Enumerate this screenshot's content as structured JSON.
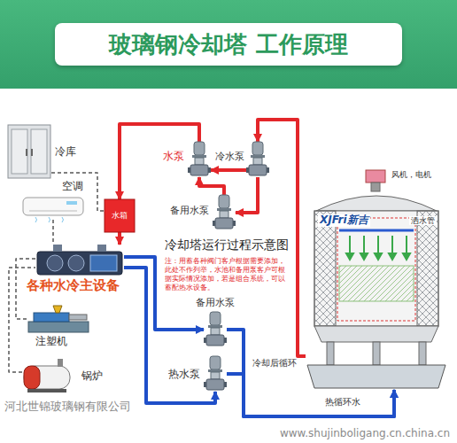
{
  "diagram": {
    "title": "玻璃钢冷却塔 工作原理",
    "nodes": [
      {
        "text": [
          "冷库"
        ]
      },
      {
        "text": [
          "空调"
        ]
      },
      {
        "text": [
          "水箱"
        ]
      },
      {
        "text": [
          "水泵"
        ]
      },
      {
        "text": [
          "冷水泵"
        ]
      },
      {
        "text": [
          "备用水泵"
        ]
      },
      {
        "text": [
          "各种水冷主设备"
        ]
      },
      {
        "text": [
          "注塑机"
        ]
      },
      {
        "text": [
          "锅炉"
        ]
      },
      {
        "text": [
          "备用水泵"
        ]
      },
      {
        "text": [
          "热水泵"
        ]
      },
      {
        "text": [
          "XJFri新吉"
        ]
      }
    ],
    "edges": [
      {
        "from": 11,
        "to": 4,
        "arrow": "to"
      },
      {
        "from": 4,
        "to": 3,
        "arrow": "to"
      },
      {
        "from": 4,
        "to": 5,
        "arrow": "to"
      },
      {
        "from": 5,
        "to": 3,
        "arrow": "to"
      },
      {
        "from": 3,
        "to": 2,
        "arrow": "to"
      },
      {
        "from": 2,
        "to": 6,
        "arrow": "to"
      },
      {
        "from": 6,
        "to": 9,
        "arrow": "to"
      },
      {
        "from": 6,
        "to": 10,
        "arrow": "to"
      },
      {
        "from": 9,
        "to": 11,
        "arrow": "to"
      },
      {
        "from": 10,
        "to": 11,
        "arrow": "to"
      },
      {
        "from": 0,
        "to": 2,
        "arrow": "none"
      },
      {
        "from": 1,
        "to": 6,
        "arrow": "none"
      },
      {
        "from": 7,
        "to": 6,
        "arrow": "none"
      },
      {
        "from": 8,
        "to": 6,
        "arrow": "none"
      }
    ],
    "labels": [
      "冷却塔运行过程示意图",
      "注：用蓄各种阀门客户根据需要添加，此处不作列举，水池和备用泵客户可根据实际情况添加，若是组合系统，可以蓄配热水设备。",
      "风机，电机",
      "洒水管",
      "冷却后循环",
      "热循环水",
      "河北世锦玻璃钢有限公司",
      "www.shujinboligang.cn.china.cn"
    ]
  }
}
